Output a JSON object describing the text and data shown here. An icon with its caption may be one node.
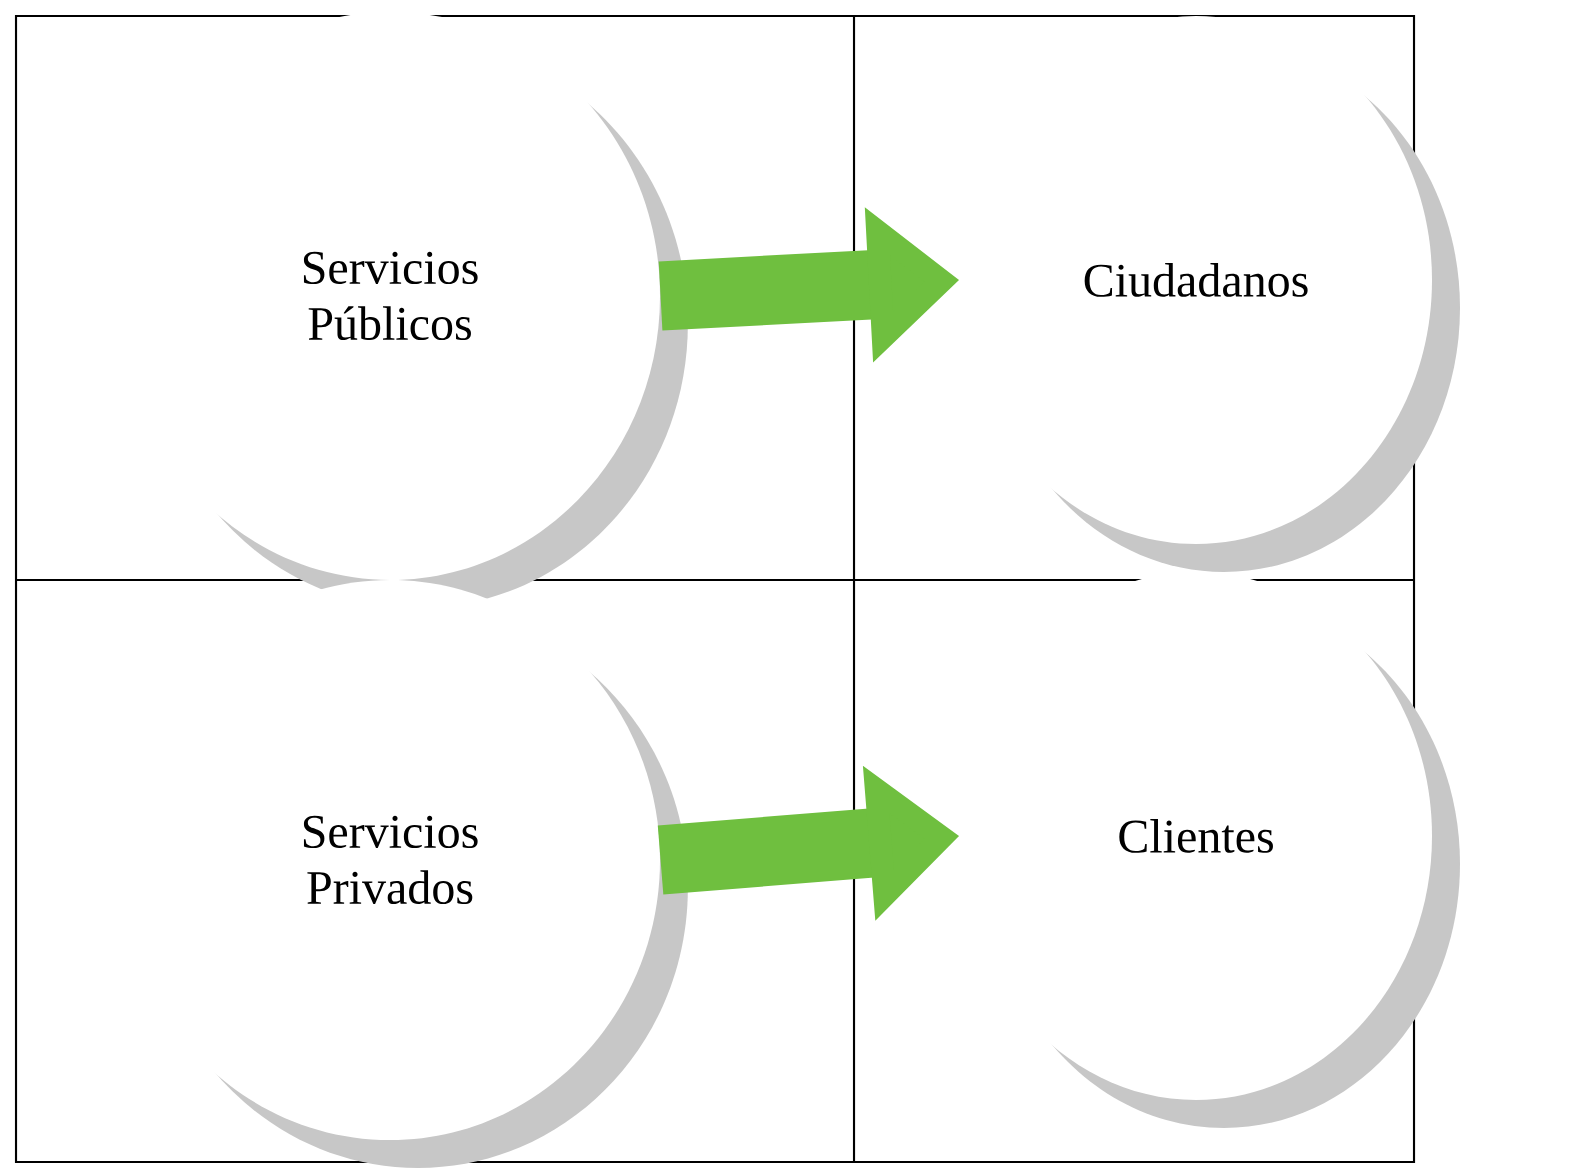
{
  "diagram": {
    "nodes": [
      {
        "text": [
          "Servicios Públicos"
        ]
      },
      {
        "text": [
          "Ciudadanos"
        ]
      },
      {
        "text": [
          "Servicios Privados"
        ]
      },
      {
        "text": [
          "Clientes"
        ]
      }
    ],
    "edges": [
      {
        "from": 0,
        "to": 1,
        "arrow": "to"
      },
      {
        "from": 2,
        "to": 3,
        "arrow": "to"
      }
    ]
  }
}
